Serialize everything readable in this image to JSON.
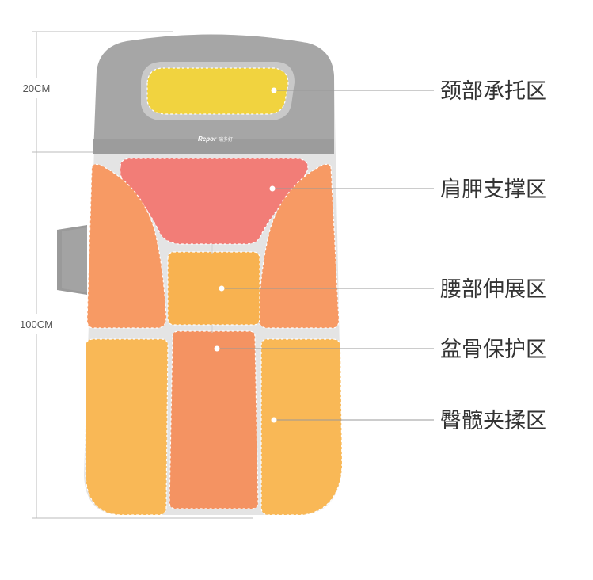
{
  "dimensions": {
    "top_section": "20CM",
    "body_section": "100CM"
  },
  "brand": {
    "name": "Repor",
    "sub": "瑞多好"
  },
  "zones": [
    {
      "id": "neck",
      "label": "颈部承托区",
      "color": "#F1D33F"
    },
    {
      "id": "shoulder",
      "label": "肩胛支撑区",
      "color": "#F27D77"
    },
    {
      "id": "waist",
      "label": "腰部伸展区",
      "color": "#F8B250"
    },
    {
      "id": "pelvis",
      "label": "盆骨保护区",
      "color": "#F49362"
    },
    {
      "id": "hip",
      "label": "臀髋夹揉区",
      "color": "#F9B856"
    }
  ],
  "colors": {
    "cushion_gray": "#A6A6A6",
    "cushion_light": "#E5E5E5",
    "side_orange": "#F79A64",
    "dimension_line": "#BBBBBB",
    "leader_line": "#999999"
  }
}
